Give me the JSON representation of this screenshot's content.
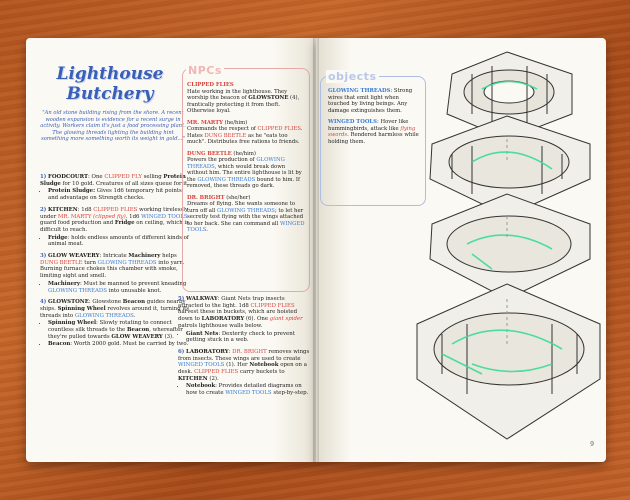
{
  "left": {
    "title_line1": "Lighthouse",
    "title_line2": "Butchery",
    "intro": "\"An old stone building rising from the shore. A recent wooden expansion is evidence for a recent surge in activity. Workers claim it's just a food processing plant. The glowing threads lighting the building hint something more something worth its weight in gold...\"",
    "sections": [
      {
        "num": "1)",
        "name": "FOODCOURT",
        "text_a": ": One ",
        "red": "CLIPPED FLY",
        "text_b": " selling ",
        "bold": "Protein Sludge",
        "text_c": " for 10 gold. Creatures of all sizes queue for it.",
        "bullets": [
          {
            "b": "Protein Sludge:",
            "t": " Gives 1d6 temporary hit points and advantage on Strength checks."
          }
        ]
      },
      {
        "num": "2)",
        "name": "KITCHEN",
        "text_a": ": 1d8 ",
        "red": "CLIPPED FLIES",
        "text_b": " working tirelessly under ",
        "red2": "MR. MARTY",
        "italic_red": " (clipped fly)",
        "text_c": ". 1d6 ",
        "blue": "WINGED TOOLS",
        "text_d": " guard food production and ",
        "bold": "Fridge",
        "text_e": " on ceiling, which is difficult to reach.",
        "bullets": [
          {
            "b": "Fridge",
            "t": ": holds endless amounts of different kinds of animal meat."
          }
        ]
      },
      {
        "num": "3)",
        "name": "GLOW WEAVERY",
        "text_a": ": Intricate ",
        "bold": "Machinery",
        "text_b": " helps ",
        "red": "DUNG BEETLE",
        "text_c": " turn ",
        "blue": "GLOWING THREADS",
        "text_d": " into yarn. Burning furnace chokes this chamber with smoke, limiting sight and smell.",
        "bullets": [
          {
            "b": "Machinery",
            "t": ": Must be manned to prevent kneading ",
            "blue": "GLOWING THREADS",
            "t2": " into unusable knot."
          }
        ]
      },
      {
        "num": "4)",
        "name": "GLOWSTONE",
        "text_a": ": Glowstone ",
        "bold": "Beacon",
        "text_b": " guides nearby ships. ",
        "bold2": "Spinning Wheel",
        "text_c": " revolves around it, turning its threads into ",
        "blue": "GLOWING THREADS",
        "text_d": ".",
        "bullets": [
          {
            "b": "Spinning Wheel",
            "t": ": Slowly rotating to connect countless silk threads to the ",
            "b2": "Beacon",
            "t2": ", whereafter they're pulled towards ",
            "b3": "GLOW WEAVERY",
            "t3": " (3)."
          },
          {
            "b": "Beacon",
            "t": ": Worth 2000 gold. Must be carried by two."
          }
        ]
      }
    ]
  },
  "npcs": {
    "heading": "NPCs",
    "entries": [
      {
        "name": "CLIPPED FLIES",
        "text": "Hate working in the lighthouse. They worship the beacon of ",
        "b": "GLOWSTONE",
        "text2": " (4), frantically protecting it from theft. Otherwise loyal."
      },
      {
        "name": "MR. MARTY",
        "tag": " (he/him)",
        "text": "Commands the respect of ",
        "red": "CLIPPED FLIES",
        "text2": ". Hates ",
        "red2": "DUNG BEETLE",
        "text3": " as he \"eats too much\". Distributes free rations to friends."
      },
      {
        "name": "DUNG BEETLE",
        "tag": " (he/him)",
        "text": "Powers the production of ",
        "blue": "GLOWING THREADS",
        "text2": ", which would break down without him. The entire lighthouse is lit by the ",
        "blue2": "GLOWING THREADS",
        "text3": " bound to him. If removed, these threads go dark."
      },
      {
        "name": "DR. BRIGHT",
        "tag": " (she/her)",
        "text": "Dreams of flying. She wants someone to turn off all ",
        "blue": "GLOWING THREADS",
        "text2": "; to let her secretly  test flying with the wings attached to her back. She can command all ",
        "blue2": "WINGED TOOLS",
        "text3": "."
      }
    ]
  },
  "left_col2": {
    "sections": [
      {
        "num": "5)",
        "name": "WALKWAY",
        "text_a": ": Giant Nets trap insects attracted to the light. 1d8 ",
        "red": "CLIPPED FLIES",
        "text_b": " harvest these in buckets, which are hoisted down to ",
        "b": "LABORATORY",
        "text_c": " (6). One ",
        "italic_red": "giant spider",
        "text_d": " patrols lighthouse walls below.",
        "bullets": [
          {
            "b": "Giant Nets",
            "t": ": Dexterity check to prevent getting stuck in a web."
          }
        ]
      },
      {
        "num": "6)",
        "name": "LABORATORY",
        "text_a": ": ",
        "red": "DR. BRIGHT",
        "text_b": " removes wings from insects. These wings are used to create ",
        "blue": "WINGED TOOLS",
        "text_c": " (1). Her ",
        "bold": "Notebook",
        "text_d": " open on a desk. ",
        "red2": "CLIPPED FLIES",
        "text_e": " carry buckets to ",
        "b": "KITCHEN",
        "text_f": " (2).",
        "bullets": [
          {
            "b": "Notebook",
            "t": ": Provides detailed diagrams on how to create ",
            "blue": "WINGED TOOLS",
            "t2": " step-by-step."
          }
        ]
      }
    ]
  },
  "objects": {
    "heading": "objects",
    "entries": [
      {
        "name": "GLOWING THREADS",
        "text": ": Strong wires that emit light when touched by living beings. Any damage extinguishes them."
      },
      {
        "name": "WINGED TOOLS",
        "text": ": Hover like hummingbirds, attack like ",
        "italic_red": "flying swords",
        "text2": ". Rendered harmless while holding them."
      }
    ]
  },
  "page_number": "9",
  "colors": {
    "accent_blue": "#3a5fb8",
    "accent_red": "#d8433f",
    "glow": "#3ddc97"
  }
}
